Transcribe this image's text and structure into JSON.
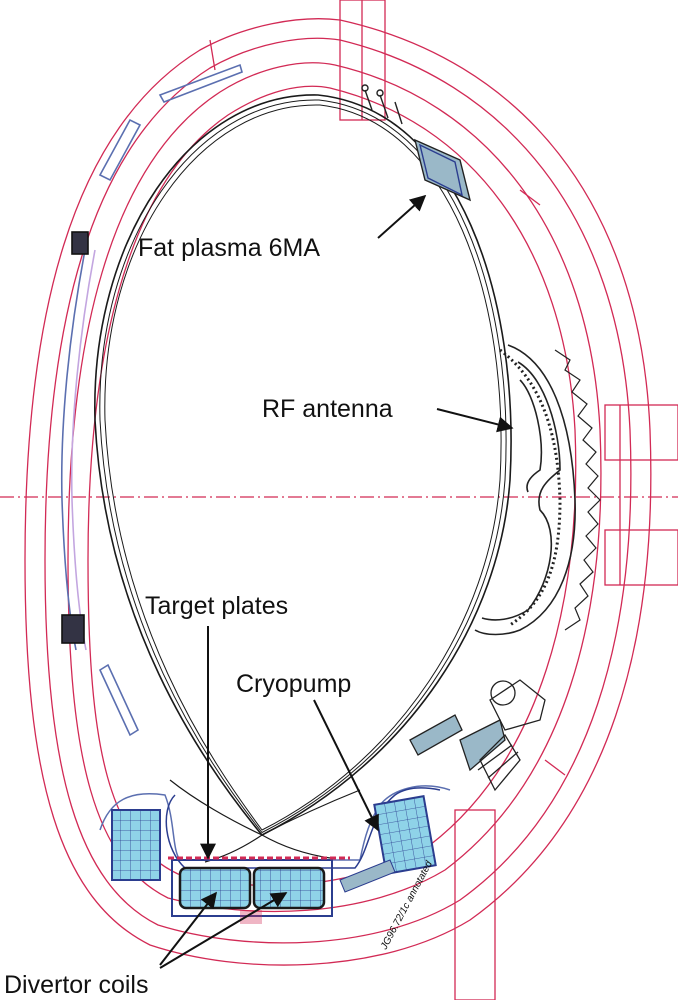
{
  "labels": {
    "plasma": "Fat plasma 6MA",
    "antenna": "RF antenna",
    "target_plates": "Target plates",
    "cryopump": "Cryopump",
    "divertor_coils": "Divertor coils",
    "drawing_ref": "JG96.72/1c annotated"
  },
  "colors": {
    "vessel": "#d22a55",
    "plasma": "#1a1a1a",
    "coil_fill": "#8fd3e8",
    "coil_edge": "#2b3d8f",
    "tile": "#5b6fb0",
    "label_text": "#111111"
  }
}
